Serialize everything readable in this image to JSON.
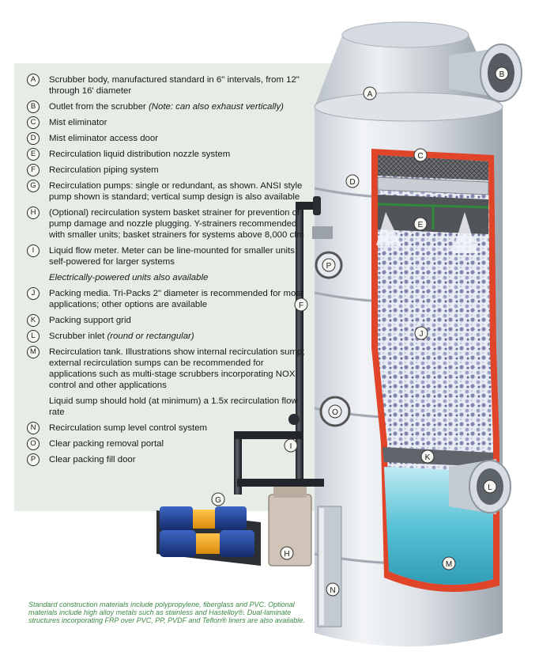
{
  "legend": [
    {
      "key": "A",
      "text": "Scrubber body, manufactured standard in 6\" intervals, from 12\" through 16' diameter"
    },
    {
      "key": "B",
      "text": "Outlet from the scrubber",
      "italic": "(Note: can also exhaust vertically)"
    },
    {
      "key": "C",
      "text": "Mist eliminator"
    },
    {
      "key": "D",
      "text": "Mist eliminator access door"
    },
    {
      "key": "E",
      "text": "Recirculation liquid distribution nozzle system"
    },
    {
      "key": "F",
      "text": "Recirculation piping system"
    },
    {
      "key": "G",
      "text": "Recirculation pumps: single or redundant, as shown. ANSI style pump shown is standard; vertical sump design is also available"
    },
    {
      "key": "H",
      "text": "(Optional) recirculation system basket strainer for prevention of pump damage and nozzle plugging. Y-strainers recommended with smaller units; basket strainers for systems above 8,000 cfm"
    },
    {
      "key": "I",
      "text": "Liquid flow meter.  Meter can be line-mounted for smaller units; self-powered for larger systems"
    },
    {
      "key": "",
      "text": "",
      "italic": "Electrically-powered units also available"
    },
    {
      "key": "J",
      "text": "Packing media. Tri-Packs 2\" diameter is recommended for most applications; other options are available"
    },
    {
      "key": "K",
      "text": "Packing support grid"
    },
    {
      "key": "L",
      "text": "Scrubber inlet",
      "italic": "(round or rectangular)"
    },
    {
      "key": "M",
      "text": "Recirculation tank. Illustrations show internal recirculation sump; external recirculation sumps can be recommended for applications such as multi-stage scrubbers incorporating NOX control and other applications"
    },
    {
      "key": "",
      "text": "Liquid sump should hold (at minimum) a 1.5x recirculation flow rate"
    },
    {
      "key": "N",
      "text": "Recirculation sump level control system"
    },
    {
      "key": "O",
      "text": "Clear packing removal portal"
    },
    {
      "key": "P",
      "text": "Clear packing fill door"
    }
  ],
  "note": "Standard construction materials include polypropylene, fiberglass and PVC. Optional materials include high alloy metals such as stainless and Hastelloy®. Dual-laminate structures incorporating FRP over PVC, PP, PVDF and Teflon® liners are also available.",
  "callouts": [
    "A",
    "B",
    "C",
    "D",
    "E",
    "F",
    "G",
    "H",
    "I",
    "J",
    "K",
    "L",
    "M",
    "N",
    "O",
    "P"
  ],
  "colors": {
    "panel": "#e6ece6",
    "cutaway": "#e0452a",
    "water": "#5fc3d6",
    "pump_blue": "#1c3f8f",
    "pump_orange": "#f2a81e",
    "note_green": "#3c8a44"
  }
}
